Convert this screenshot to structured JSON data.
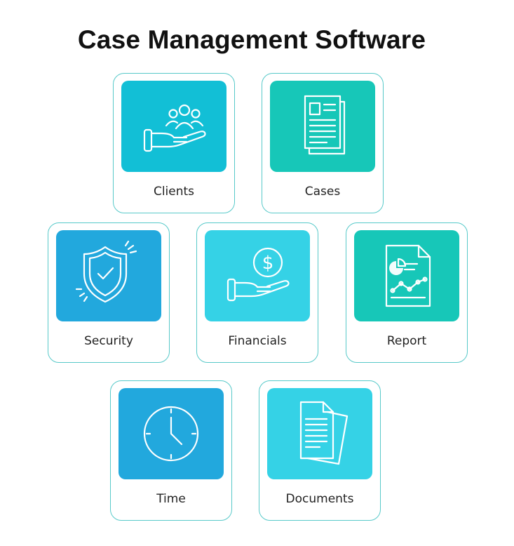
{
  "title": "Case Management Software",
  "colors": {
    "card_border": "#57c9c9",
    "tile_blue": "#22a8dd",
    "tile_cyan": "#12bfd6",
    "tile_teal": "#17c7b8",
    "tile_light_cyan": "#35d2e6"
  },
  "cards": [
    {
      "label": "Clients",
      "icon": "hand-holding-people-icon"
    },
    {
      "label": "Cases",
      "icon": "case-document-icon"
    },
    {
      "label": "Security",
      "icon": "shield-check-icon"
    },
    {
      "label": "Financials",
      "icon": "hand-holding-dollar-icon"
    },
    {
      "label": "Report",
      "icon": "report-chart-icon"
    },
    {
      "label": "Time",
      "icon": "clock-icon"
    },
    {
      "label": "Documents",
      "icon": "documents-icon"
    }
  ],
  "icon_text": {
    "dollar_sign": "$"
  }
}
